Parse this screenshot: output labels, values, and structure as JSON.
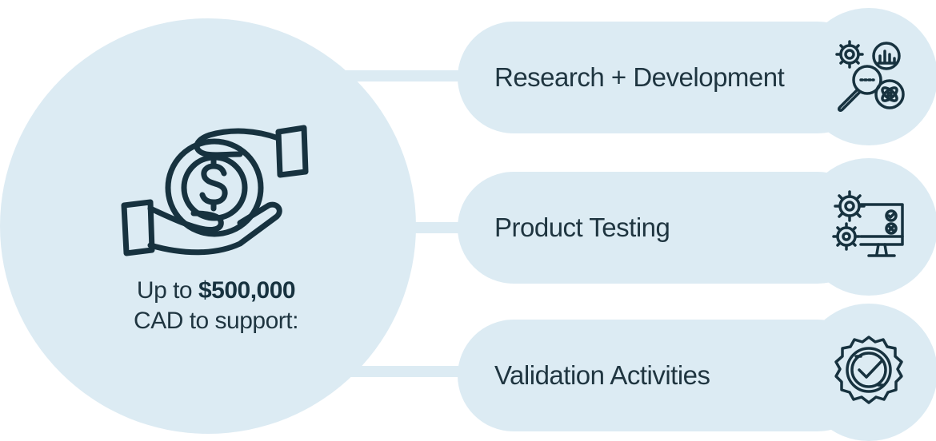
{
  "center": {
    "headline_prefix": "Up to ",
    "headline_amount": "$500,000",
    "headline_suffix": "CAD to support:",
    "icon": "money-hands-icon"
  },
  "activities": [
    {
      "label": "Research + Development",
      "icon": "research-analytics-icon"
    },
    {
      "label": "Product Testing",
      "icon": "gears-monitor-icon"
    },
    {
      "label": "Validation Activities",
      "icon": "verified-badge-icon"
    }
  ],
  "colors": {
    "background": "#ffffff",
    "shape_fill": "#dcebf3",
    "text": "#1f3540",
    "icon_stroke": "#17323f"
  }
}
